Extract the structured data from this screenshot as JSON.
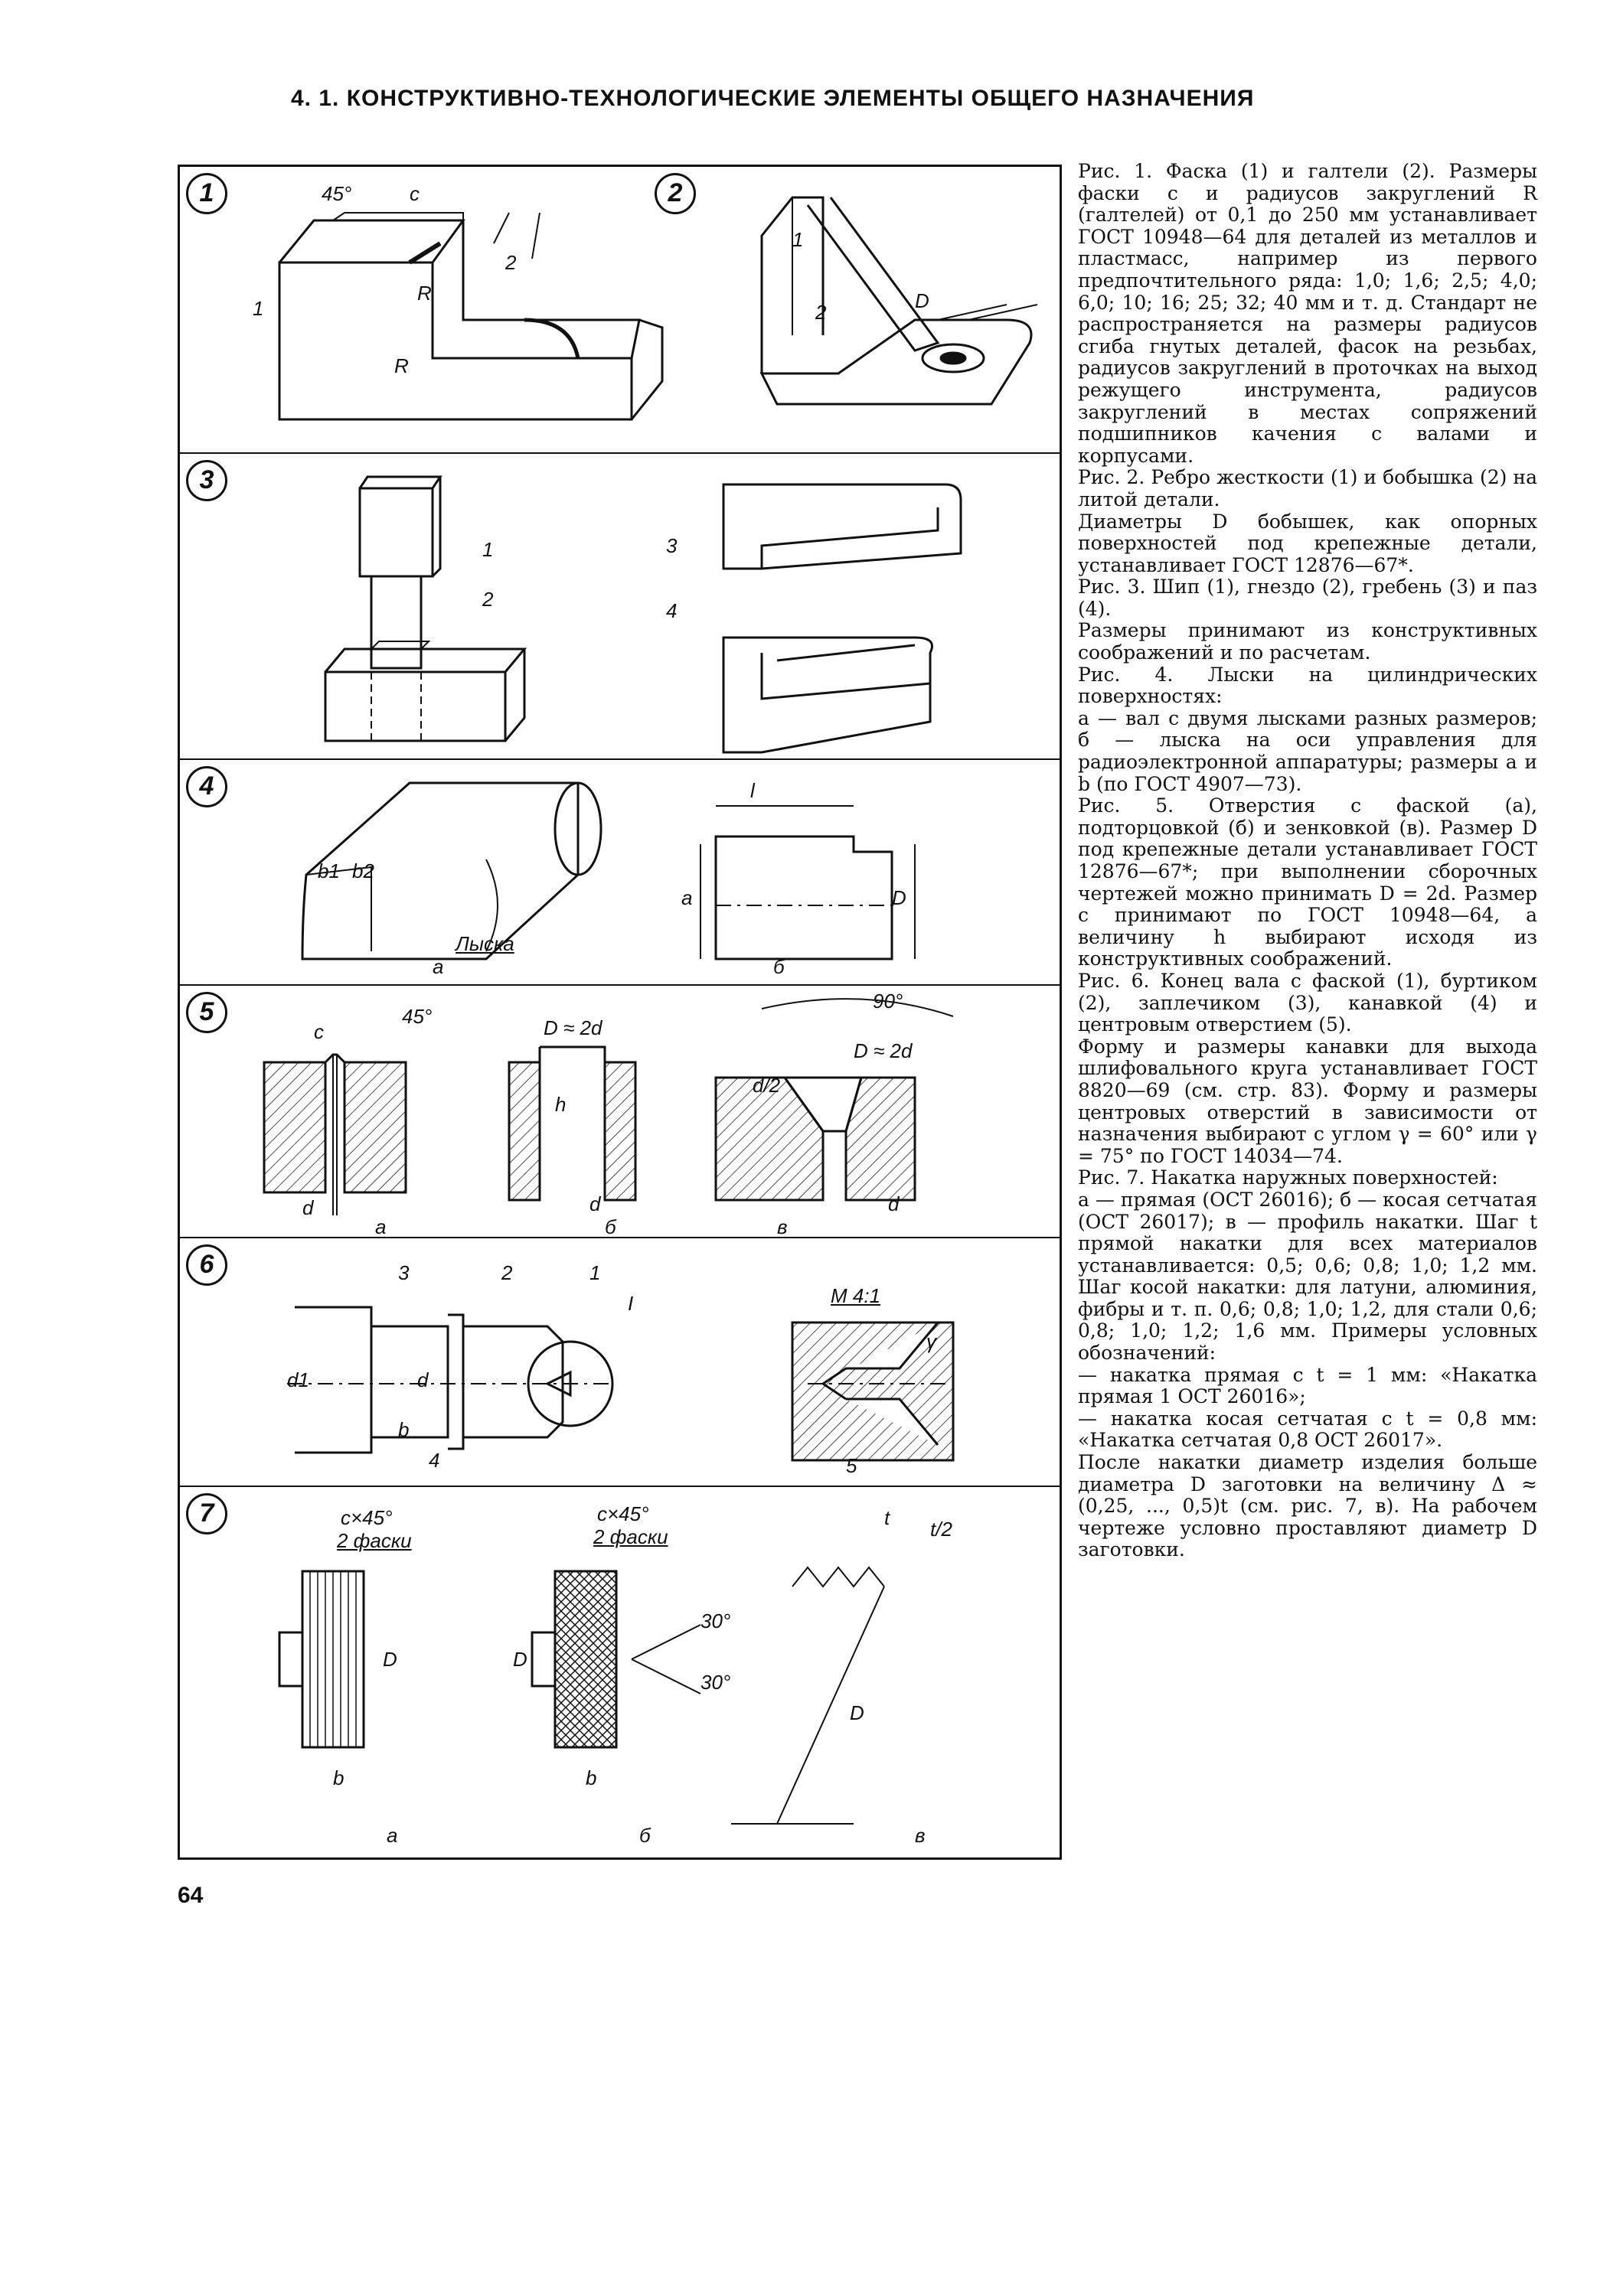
{
  "header": {
    "title": "4. 1. КОНСТРУКТИВНО-ТЕХНОЛОГИЧЕСКИЕ ЭЛЕМЕНТЫ ОБЩЕГО НАЗНАЧЕНИЯ"
  },
  "figures": {
    "rows": [
      {
        "num": "1",
        "num2": "2"
      },
      {
        "num": "3"
      },
      {
        "num": "4",
        "label_lyska": "Лыска",
        "sub_a": "а",
        "sub_b": "б"
      },
      {
        "num": "5",
        "sub_a": "а",
        "sub_b": "б",
        "sub_c": "в"
      },
      {
        "num": "6",
        "scale": "М 4:1"
      },
      {
        "num": "7",
        "sub_a": "а",
        "sub_b": "б",
        "sub_c": "в"
      }
    ],
    "labels": {
      "r1": {
        "angle": "45°",
        "c": "c",
        "R1": "R",
        "R2": "R",
        "p1": "1",
        "p2": "2",
        "q1": "1",
        "q2": "2",
        "D": "D"
      },
      "r3": {
        "p1": "1",
        "p2": "2",
        "p3": "3",
        "p4": "4"
      },
      "r4": {
        "b1": "b1",
        "b2": "b2",
        "l": "l",
        "a": "a",
        "D": "D"
      },
      "r5": {
        "angle": "45°",
        "c": "c",
        "d1": "d",
        "D2d": "D ≈ 2d",
        "h": "h",
        "d2": "d",
        "angle90": "90°",
        "D2d3": "D ≈ 2d",
        "d2over": "d/2",
        "d3": "d"
      },
      "r6": {
        "n3": "3",
        "n2": "2",
        "n1": "1",
        "nI": "I",
        "d1": "d1",
        "d": "d",
        "b": "b",
        "n4": "4",
        "gamma": "γ",
        "n5": "5"
      },
      "r7": {
        "cx45a": "c×45°",
        "fa": "2 фаски",
        "Da": "D",
        "ba": "b",
        "cx45b": "c×45°",
        "fb": "2 фаски",
        "Db": "D",
        "bb": "b",
        "a30a": "30°",
        "a30b": "30°",
        "t": "t",
        "t2": "t/2",
        "Dc": "D"
      }
    }
  },
  "body": {
    "paragraphs": [
      "Рис. 1. Фаска (1) и галтели (2). Размеры фаски c и радиусов закруглений R (галтелей) от 0,1 до 250 мм устанавливает ГОСТ 10948—64 для деталей из металлов и пластмасс, например из первого предпочтительного ряда: 1,0; 1,6; 2,5; 4,0; 6,0; 10; 16; 25; 32; 40 мм и т. д. Стандарт не распространяется на размеры радиусов сгиба гнутых деталей, фасок на резьбах, радиусов закруглений в проточках на выход режущего инструмента, радиусов закруглений в местах сопряжений подшипников качения с валами и корпусами.",
      "Рис. 2. Ребро жесткости (1) и бобышка (2) на литой детали.",
      "Диаметры D бобышек, как опорных поверхностей под крепежные детали, устанавливает ГОСТ 12876—67*.",
      "Рис. 3. Шип (1), гнездо (2), гребень (3) и паз (4).",
      "Размеры принимают из конструктивных соображений и по расчетам.",
      "Рис. 4. Лыски на цилиндрических поверхностях:",
      "а — вал с двумя лысками разных размеров; б — лыска на оси управления для радиоэлектронной аппаратуры; размеры a и b (по ГОСТ 4907—73).",
      "Рис. 5. Отверстия с фаской (а), подторцовкой (б) и зенковкой (в). Размер D под крепежные детали устанавливает ГОСТ 12876—67*; при выполнении сборочных чертежей можно принимать D = 2d. Размер c принимают по ГОСТ 10948—64, а величину h выбирают исходя из конструктивных соображений.",
      "Рис. 6. Конец вала с фаской (1), буртиком (2), заплечиком (3), канавкой (4) и центровым отверстием (5).",
      "Форму и размеры канавки для выхода шлифовального круга устанавливает ГОСТ 8820—69 (см. стр. 83). Форму и размеры центровых отверстий в зависимости от назначения выбирают с углом γ = 60° или γ = 75° по ГОСТ 14034—74.",
      "Рис. 7. Накатка наружных поверхностей:",
      "а — прямая (ОСТ 26016); б — косая сетчатая (ОСТ 26017); в — профиль накатки. Шаг t прямой накатки для всех материалов устанавливается: 0,5; 0,6; 0,8; 1,0; 1,2 мм. Шаг косой накатки: для латуни, алюминия, фибры и т. п. 0,6; 0,8; 1,0; 1,2, для стали 0,6; 0,8; 1,0; 1,2; 1,6 мм. Примеры условных обозначений:",
      "— накатка прямая с t = 1 мм: «Накатка прямая 1 ОСТ 26016»;",
      "— накатка косая сетчатая с t = 0,8 мм: «Накатка сетчатая 0,8 ОСТ 26017».",
      "После накатки диаметр изделия больше диаметра D заготовки на величину Δ ≈ (0,25, ..., 0,5)t (см. рис. 7, в). На рабочем чертеже условно проставляют диаметр D заготовки."
    ]
  },
  "footer": {
    "page_number": "64"
  }
}
